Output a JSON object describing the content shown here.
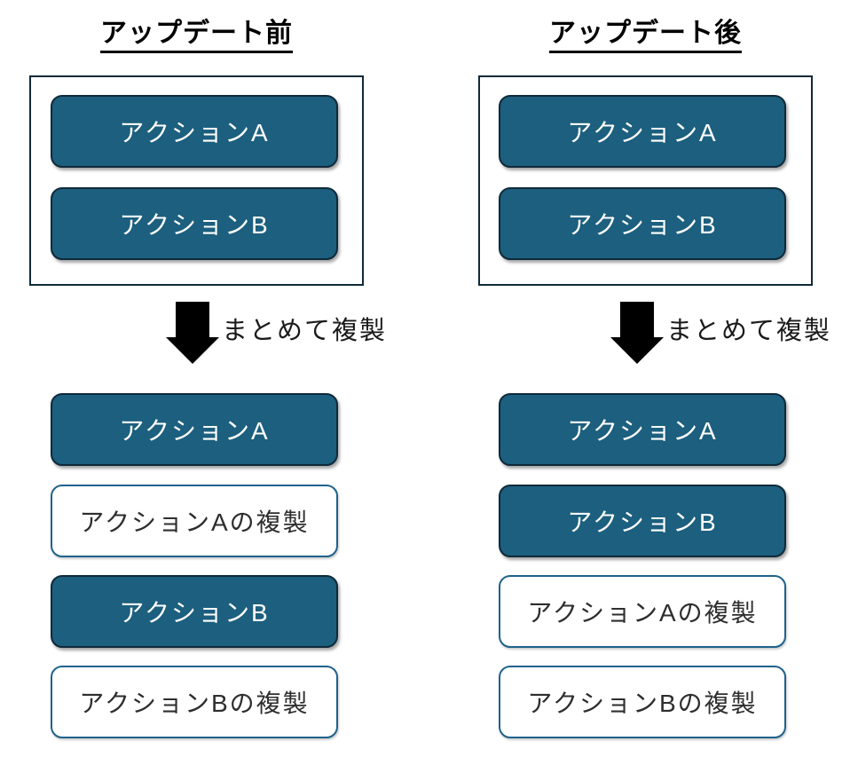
{
  "colors": {
    "box_fill": "#1C5F7E",
    "box_border": "#0F2A3A",
    "frame_border": "#0F2A3A",
    "outline_border": "#1F628B",
    "box_text": "#FFFFFF",
    "outline_text": "#2E2E2E",
    "arrow": "#000000",
    "heading": "#000000"
  },
  "columns": [
    {
      "id": "before",
      "heading": "アップデート前",
      "group_items": [
        {
          "label": "アクションA",
          "variant": "solid"
        },
        {
          "label": "アクションB",
          "variant": "solid"
        }
      ],
      "arrow_label": "まとめて複製",
      "result_items": [
        {
          "label": "アクションA",
          "variant": "solid"
        },
        {
          "label": "アクションAの複製",
          "variant": "outline"
        },
        {
          "label": "アクションB",
          "variant": "solid"
        },
        {
          "label": "アクションBの複製",
          "variant": "outline"
        }
      ]
    },
    {
      "id": "after",
      "heading": "アップデート後",
      "group_items": [
        {
          "label": "アクションA",
          "variant": "solid"
        },
        {
          "label": "アクションB",
          "variant": "solid"
        }
      ],
      "arrow_label": "まとめて複製",
      "result_items": [
        {
          "label": "アクションA",
          "variant": "solid"
        },
        {
          "label": "アクションB",
          "variant": "solid"
        },
        {
          "label": "アクションAの複製",
          "variant": "outline"
        },
        {
          "label": "アクションBの複製",
          "variant": "outline"
        }
      ]
    }
  ]
}
